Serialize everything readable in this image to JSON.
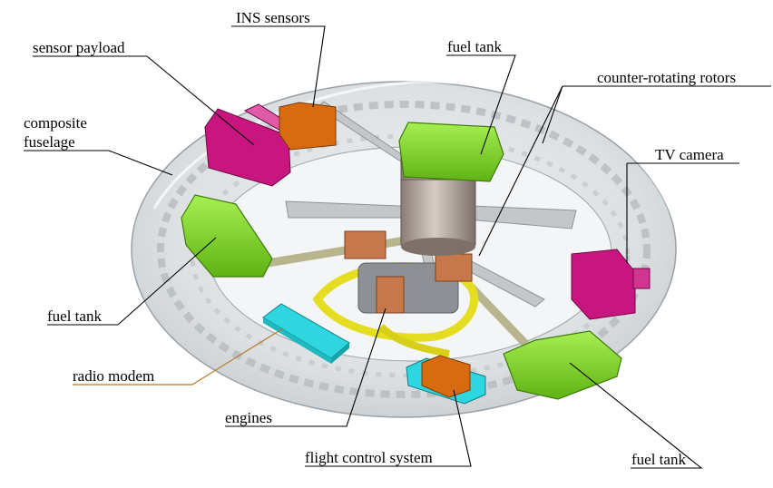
{
  "labels": {
    "ins_sensors": "INS sensors",
    "sensor_payload": "sensor payload",
    "fuel_tank_top": "fuel tank",
    "counter_rotating_rotors": "counter-rotating rotors",
    "composite_line1": "composite",
    "composite_line2": "fuselage",
    "tv_camera": "TV camera",
    "fuel_tank_left": "fuel tank",
    "radio_modem": "radio modem",
    "engines": "engines",
    "flight_control_system": "flight control system",
    "fuel_tank_right": "fuel tank"
  },
  "colors": {
    "fuselage": "#d9dde0",
    "fuel_tank": "#7ed321",
    "sensor_payload": "#c8157f",
    "ins_sensors": "#d86a10",
    "radio_modem": "#2ed6e0",
    "rotor": "#bfc3c6",
    "hub": "#a89a93",
    "engine_pipes": "#e8e020",
    "radio_modem_leader": "#b87a2a"
  }
}
